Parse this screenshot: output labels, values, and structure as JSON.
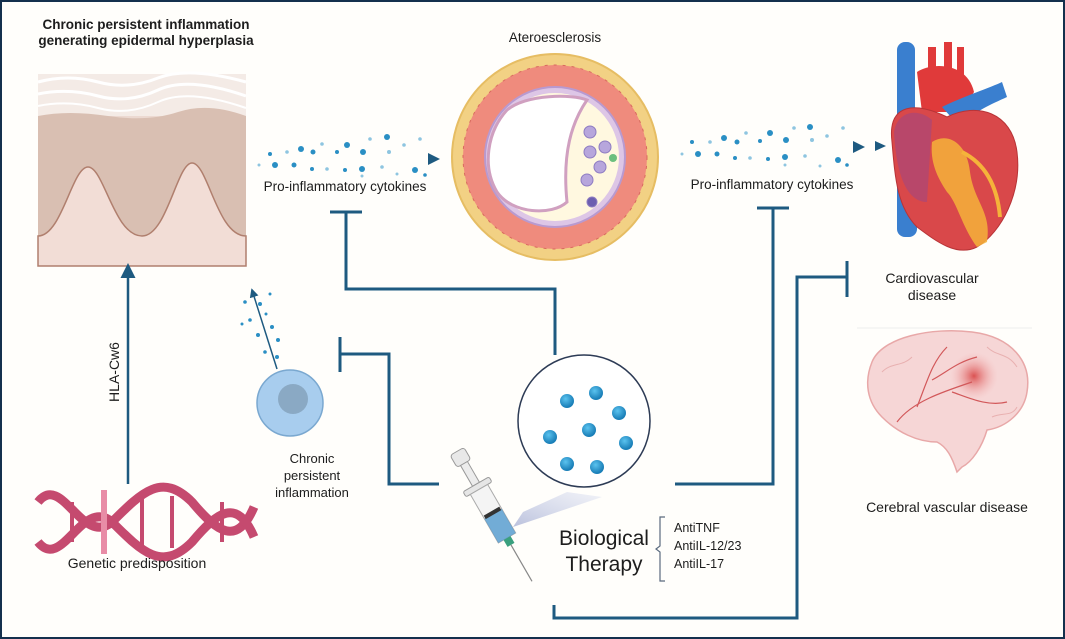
{
  "diagram": {
    "skin": {
      "title_line1": "Chronic persistent inflammation",
      "title_line2": "generating epidermal hyperplasia"
    },
    "cytokines_left": {
      "label": "Pro-inflammatory cytokines"
    },
    "atherosclerosis": {
      "label": "Ateroesclerosis"
    },
    "cytokines_right": {
      "label": "Pro-inflammatory cytokines"
    },
    "cardiovascular": {
      "line1": "Cardiovascular",
      "line2": "disease"
    },
    "cerebral": {
      "label": "Cerebral vascular disease"
    },
    "hla": {
      "label": "HLA-Cw6"
    },
    "genetic": {
      "label": "Genetic predisposition"
    },
    "inflammation_cell": {
      "line1": "Chronic",
      "line2": "persistent",
      "line3": "inflammation"
    },
    "biological_therapy": {
      "line1": "Biological",
      "line2": "Therapy",
      "drugs": [
        "AntiTNF",
        "AntiIL-12/23",
        "AntiIL-17"
      ]
    },
    "colors": {
      "frame": "#14304d",
      "connector": "#1e5a80",
      "cytokine_dot": "#2a8fc4",
      "dna": "#c54a6f",
      "cell": "#a8cdee"
    }
  }
}
